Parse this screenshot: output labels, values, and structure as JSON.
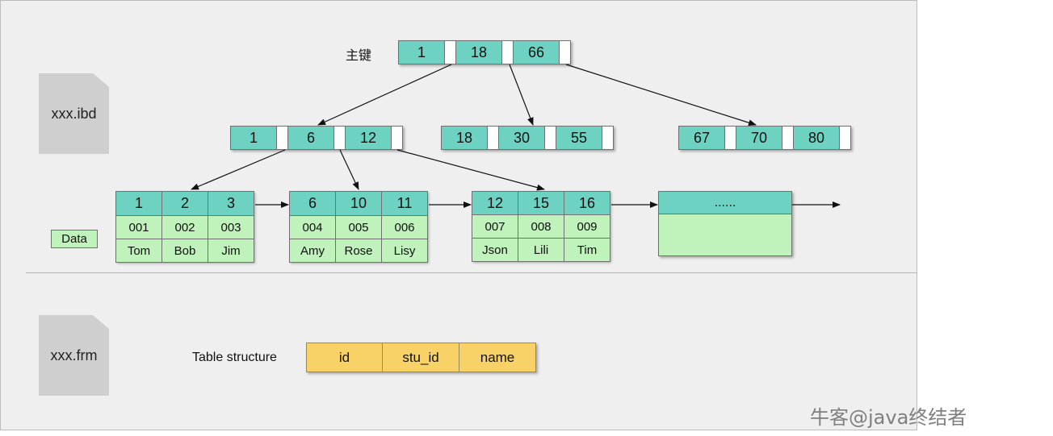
{
  "files": {
    "ibd": "xxx.ibd",
    "frm": "xxx.frm"
  },
  "labels": {
    "primary_key": "主键",
    "data": "Data",
    "table_structure": "Table structure"
  },
  "root": {
    "keys": [
      "1",
      "18",
      "66"
    ]
  },
  "internal_nodes": [
    {
      "keys": [
        "1",
        "6",
        "12"
      ]
    },
    {
      "keys": [
        "18",
        "30",
        "55"
      ]
    },
    {
      "keys": [
        "67",
        "70",
        "80"
      ]
    }
  ],
  "leaves": [
    {
      "keys": [
        "1",
        "2",
        "3"
      ],
      "ids": [
        "001",
        "002",
        "003"
      ],
      "names": [
        "Tom",
        "Bob",
        "Jim"
      ]
    },
    {
      "keys": [
        "6",
        "10",
        "11"
      ],
      "ids": [
        "004",
        "005",
        "006"
      ],
      "names": [
        "Amy",
        "Rose",
        "Lisy"
      ]
    },
    {
      "keys": [
        "12",
        "15",
        "16"
      ],
      "ids": [
        "007",
        "008",
        "009"
      ],
      "names": [
        "Json",
        "Lili",
        "Tim"
      ]
    }
  ],
  "more_leaf": "......",
  "table_structure": [
    "id",
    "stu_id",
    "name"
  ],
  "watermark": "牛客@java终结者",
  "colors": {
    "key": "#6dd2c1",
    "data": "#c0f2bb",
    "structure": "#f8d266",
    "file": "#cfcfcf"
  }
}
